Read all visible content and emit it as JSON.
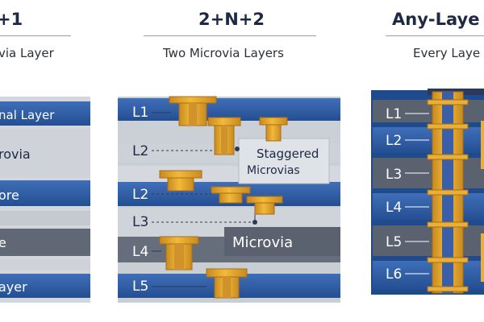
{
  "panel1": {
    "title": "+1",
    "subtitle": "via Layer",
    "layers": [
      "nal Layer",
      "rovia",
      "ore",
      "e",
      "ayer"
    ]
  },
  "panel2": {
    "title": "2+N+2",
    "subtitle": "Two Microvia Layers",
    "layer_labels": [
      "L1",
      "L2",
      "L2",
      "L3",
      "L4",
      "L5"
    ],
    "callouts": {
      "staggered_line1": "Staggered",
      "staggered_line2": "Microvias",
      "microvia": "Microvia"
    }
  },
  "panel3": {
    "title": "Any-Laye",
    "subtitle": "Every Laye",
    "layer_labels": [
      "L1",
      "L2",
      "L3",
      "L4",
      "L5",
      "L6"
    ]
  },
  "colors": {
    "layer_blue": "#2f5da5",
    "core_gray": "#c8ccd2",
    "dark_gray": "#5a6270",
    "copper": "#e8a52a",
    "copper_edge": "#b5781a",
    "navy": "#1b3a6e"
  }
}
